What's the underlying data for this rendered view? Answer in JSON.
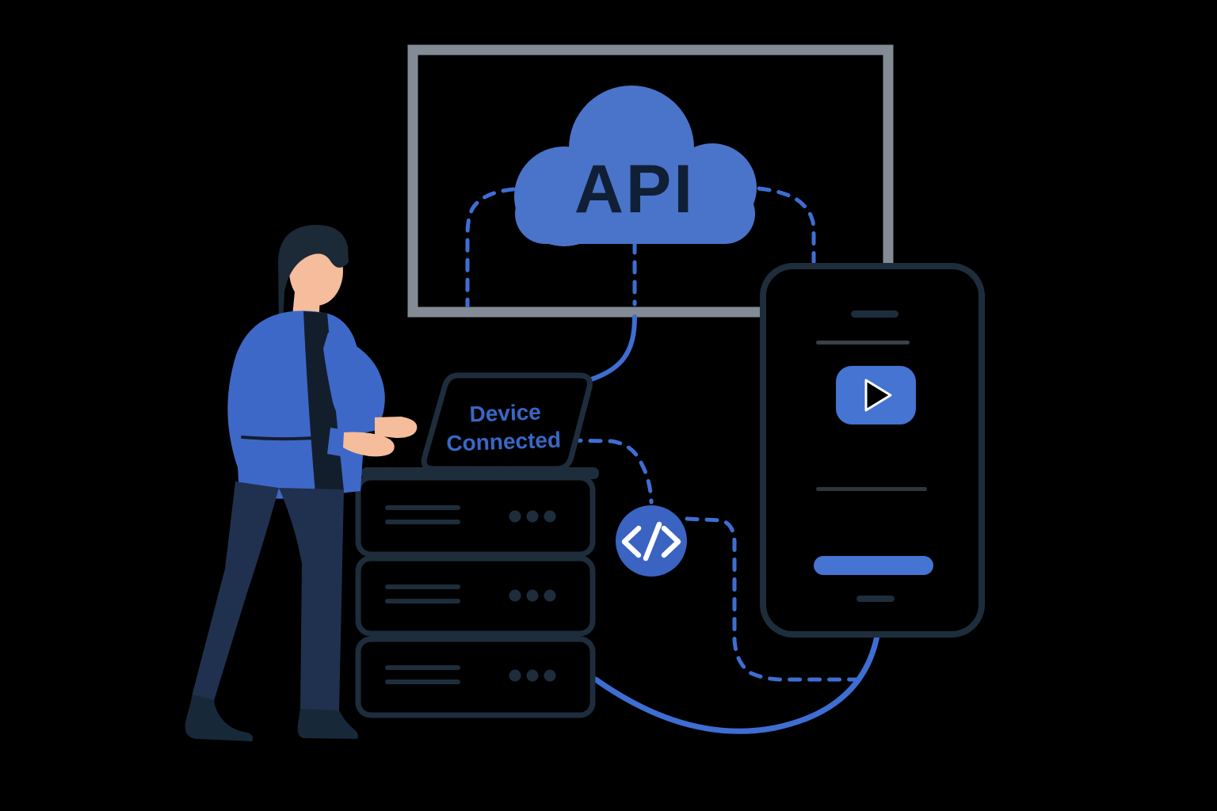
{
  "cloud": {
    "label": "API"
  },
  "laptop": {
    "screen_status_line1": "Device",
    "screen_status_line2": "Connected"
  },
  "icons": {
    "cloud_icon": "api-cloud",
    "code_icon": "</>",
    "play_icon": "play-triangle",
    "server_leds": "three-dots"
  },
  "colors": {
    "bg": "#000000",
    "cloud-blue": "#4A74C9",
    "line-blue": "#3E6ED3",
    "ui-blue": "#4574D2",
    "circle-blue": "#3B63C1",
    "jacket-blue": "#3E68C7",
    "navy": "#1E2D3C",
    "api-text": "#111F36",
    "device-text": "#3A67C5",
    "shirt": "#131E2D",
    "pants": "#20314F",
    "shoes": "#172839",
    "hair": "#1C2936",
    "skin": "#F5BD9B",
    "frame-gray": "#838B94",
    "detail-gray": "#6B7680",
    "white": "#FFFFFF"
  }
}
